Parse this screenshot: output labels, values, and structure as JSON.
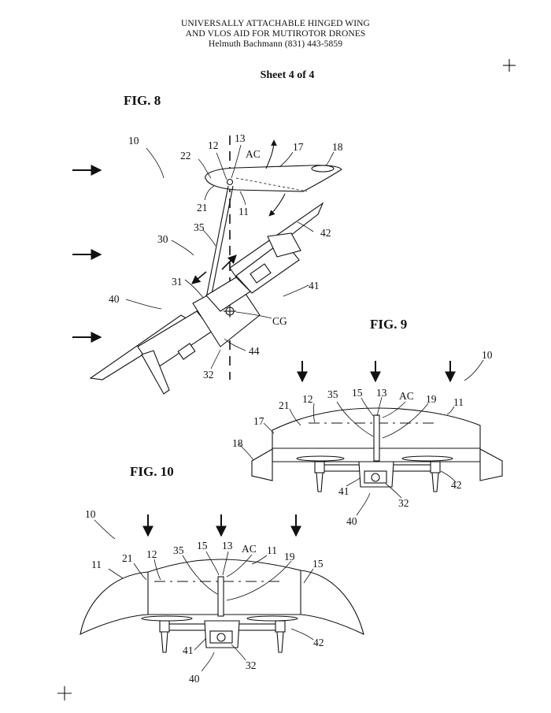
{
  "header": {
    "title_line1": "UNIVERSALLY ATTACHABLE HINGED WING",
    "title_line2": "AND VLOS AID FOR MUTIROTOR DRONES",
    "author_line": "Helmuth Bachmann  (831) 443-5859"
  },
  "sheet": "Sheet 4 of 4",
  "fig8": {
    "title": "FIG. 8",
    "labels": {
      "l10": "10",
      "l12": "12",
      "l13": "13",
      "lAC": "AC",
      "l17": "17",
      "l18": "18",
      "l22": "22",
      "l21": "21",
      "l11": "11",
      "l35": "35",
      "l42": "42",
      "l30": "30",
      "l31": "31",
      "l41": "41",
      "l40": "40",
      "lCG": "CG",
      "l44": "44",
      "l32": "32"
    }
  },
  "fig9": {
    "title": "FIG. 9",
    "labels": {
      "l10": "10",
      "l12": "12",
      "l35": "35",
      "l15": "15",
      "l13": "13",
      "lAC": "AC",
      "l19": "19",
      "l21": "21",
      "l11": "11",
      "l17": "17",
      "l18": "18",
      "l41": "41",
      "l32": "32",
      "l42": "42",
      "l40": "40"
    }
  },
  "fig10": {
    "title": "FIG. 10",
    "labels": {
      "l10": "10",
      "l12": "12",
      "l35": "35",
      "l15a": "15",
      "l13": "13",
      "lAC": "AC",
      "l11a": "11",
      "l19": "19",
      "l11b": "11",
      "l21": "21",
      "l15b": "15",
      "l41": "41",
      "l32": "32",
      "l42": "42",
      "l40": "40"
    }
  }
}
